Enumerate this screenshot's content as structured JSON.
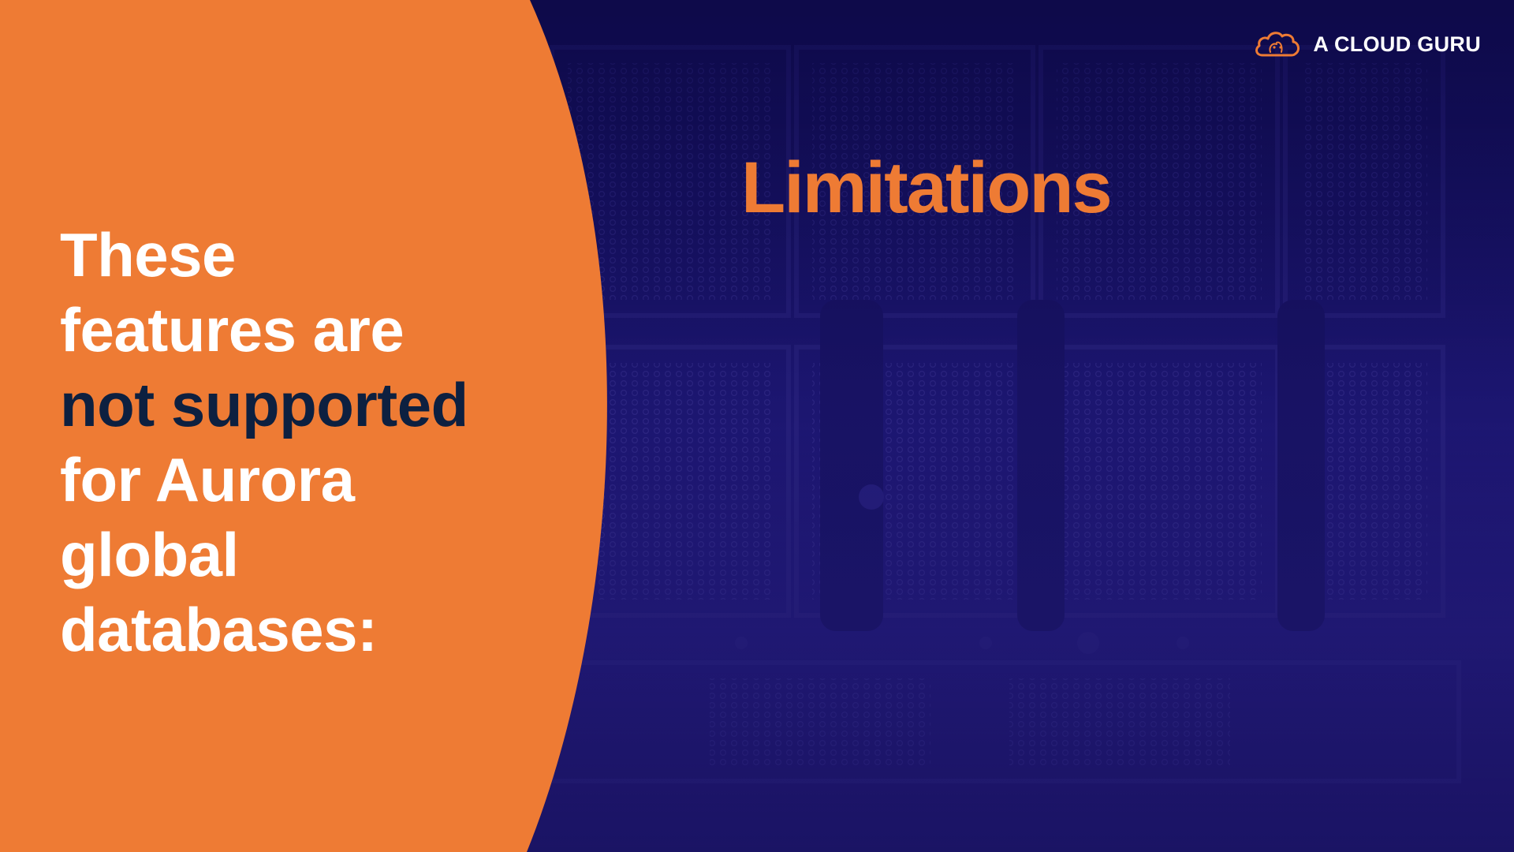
{
  "brand": {
    "name": "A CLOUD GURU",
    "logo_icon": "cloud-logo-icon",
    "logo_color": "#ee7b34"
  },
  "slide": {
    "title": "Limitations",
    "statement_lines": [
      {
        "text": "These",
        "emphasis": false
      },
      {
        "text": "features are",
        "emphasis": false
      },
      {
        "text": "not supported",
        "emphasis": true
      },
      {
        "text": "for Aurora",
        "emphasis": false
      },
      {
        "text": "global",
        "emphasis": false
      },
      {
        "text": "databases:",
        "emphasis": false
      }
    ]
  },
  "colors": {
    "accent_orange": "#ee7b34",
    "background_navy": "#1c1670",
    "emphasis_text": "#0d2040",
    "body_text": "#ffffff"
  }
}
